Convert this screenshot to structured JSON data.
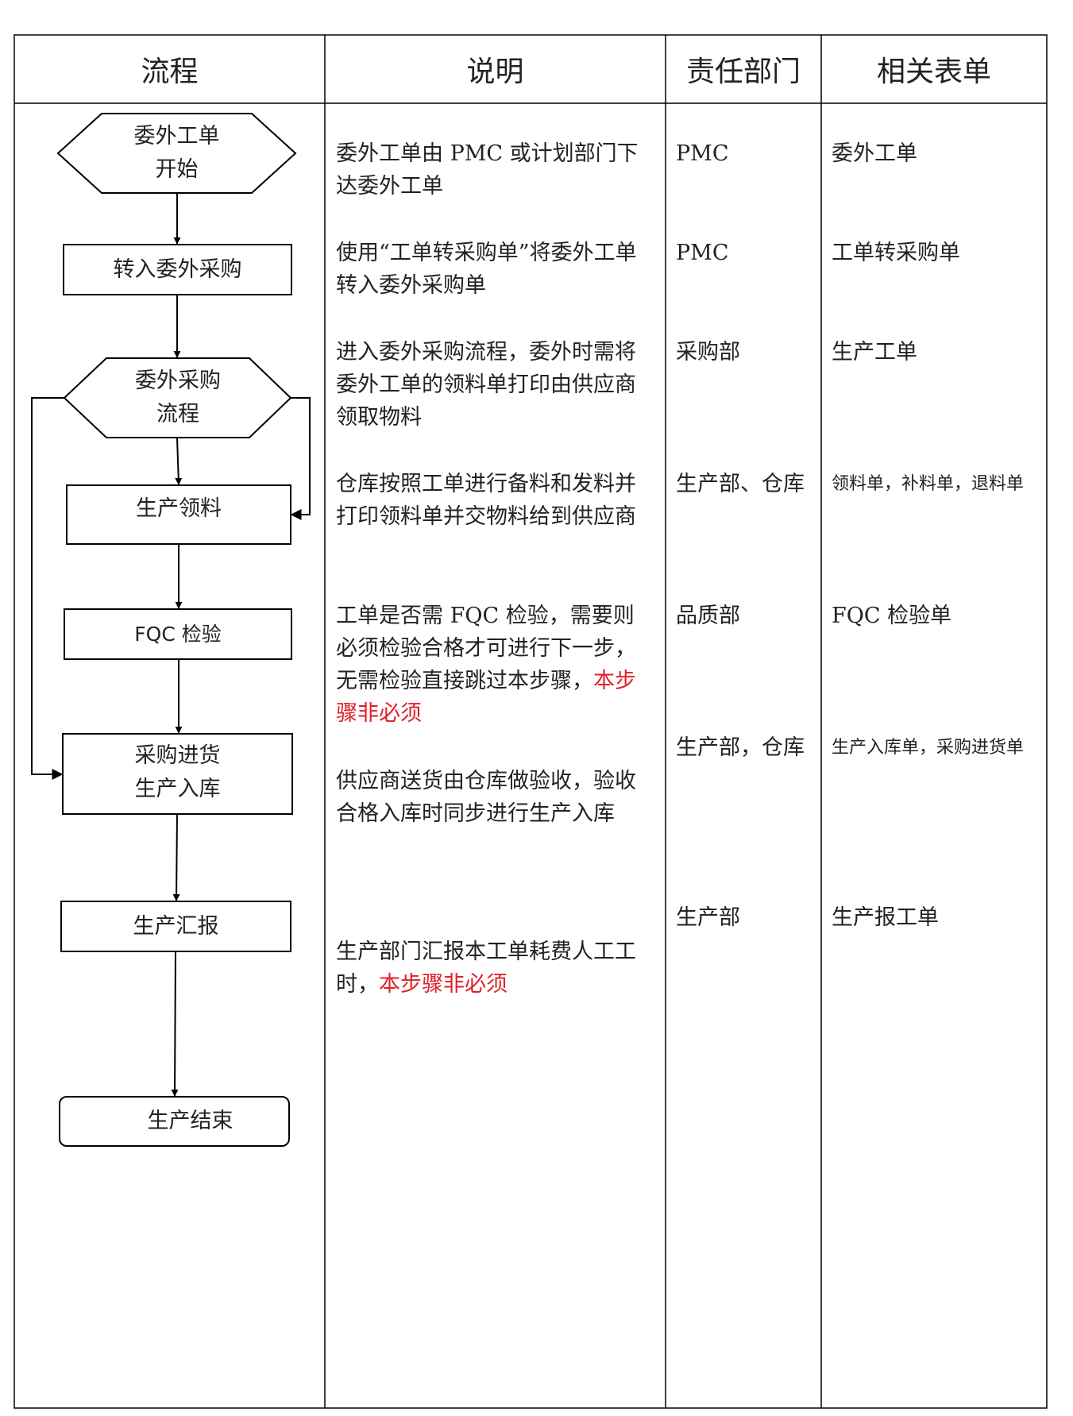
{
  "table": {
    "headers": [
      "流程",
      "说明",
      "责任部门",
      "相关表单"
    ]
  },
  "flow": {
    "start": {
      "line1": "委外工单",
      "line2": "开始"
    },
    "transfer": "转入委外采购",
    "purchase_flow": {
      "line1": "委外采购",
      "line2": "流程"
    },
    "material_pick": "生产领料",
    "fqc": "FQC 检验",
    "receive": {
      "line1": "采购进货",
      "line2": "生产入库"
    },
    "report": "生产汇报",
    "end": "生产结束"
  },
  "rows": [
    {
      "desc": "委外工单由 PMC 或计划部门下达委外工单",
      "dept": "PMC",
      "form": "委外工单"
    },
    {
      "desc": "使用“工单转采购单”将委外工单转入委外采购单",
      "dept": "PMC",
      "form": "工单转采购单"
    },
    {
      "desc": "进入委外采购流程，委外时需将委外工单的领料单打印由供应商领取物料",
      "dept": "采购部",
      "form": "生产工单"
    },
    {
      "desc": "仓库按照工单进行备料和发料并打印领料单并交物料给到供应商",
      "dept": "生产部、仓库",
      "form": "领料单，补料单，退料单"
    },
    {
      "desc": "工单是否需 FQC 检验，需要则必须检验合格才可进行下一步，无需检验直接跳过本步骤，",
      "desc_red": "本步骤非必须",
      "dept": "品质部",
      "form": "FQC 检验单"
    },
    {
      "desc": "供应商送货由仓库做验收，验收合格入库时同步进行生产入库",
      "dept": "生产部，仓库",
      "form": "生产入库单，采购进货单"
    },
    {
      "desc": "生产部门汇报本工单耗费人工工时，",
      "desc_red": "本步骤非必须",
      "dept": "生产部",
      "form": "生产报工单"
    }
  ],
  "colors": {
    "line": "#000000",
    "text": "#222222",
    "note_red": "#e0202a"
  }
}
